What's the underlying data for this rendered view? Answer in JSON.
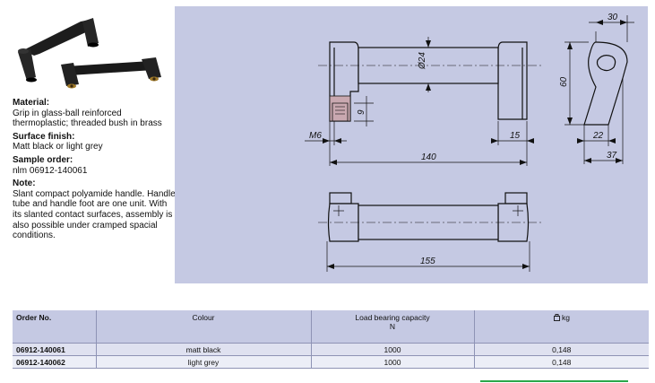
{
  "info": {
    "material_heading": "Material:",
    "material_text": "Grip in glass-ball reinforced thermoplastic; threaded bush in brass",
    "finish_heading": "Surface finish:",
    "finish_text": "Matt black or light grey",
    "order_heading": "Sample order:",
    "order_text": "nlm 06912-140061",
    "note_heading": "Note:",
    "note_text": "Slant compact polyamide handle. Handle tube and handle foot are one unit. With its slanted contact surfaces, assembly is also possible under cramped spacial conditions."
  },
  "drawing": {
    "dim_d24": "Ø24",
    "dim_9": "9",
    "dim_m6": "M6",
    "dim_15": "15",
    "dim_140": "140",
    "dim_30": "30",
    "dim_60": "60",
    "dim_22": "22",
    "dim_37": "37",
    "dim_155": "155"
  },
  "table": {
    "headers": {
      "order_no": "Order No.",
      "colour": "Colour",
      "load_line1": "Load bearing capacity",
      "load_line2": "N",
      "weight_icon": "weight-icon",
      "weight_unit": "kg"
    },
    "rows": [
      {
        "order_no": "06912-140061",
        "colour": "matt black",
        "load": "1000",
        "weight": "0,148"
      },
      {
        "order_no": "06912-140062",
        "colour": "light grey",
        "load": "1000",
        "weight": "0,148"
      }
    ]
  },
  "colors": {
    "drawing_bg": "#c5c9e3",
    "row1_bg": "#dfe1f0",
    "row2_bg": "#eceef7",
    "accent_line": "#2aa84a"
  }
}
